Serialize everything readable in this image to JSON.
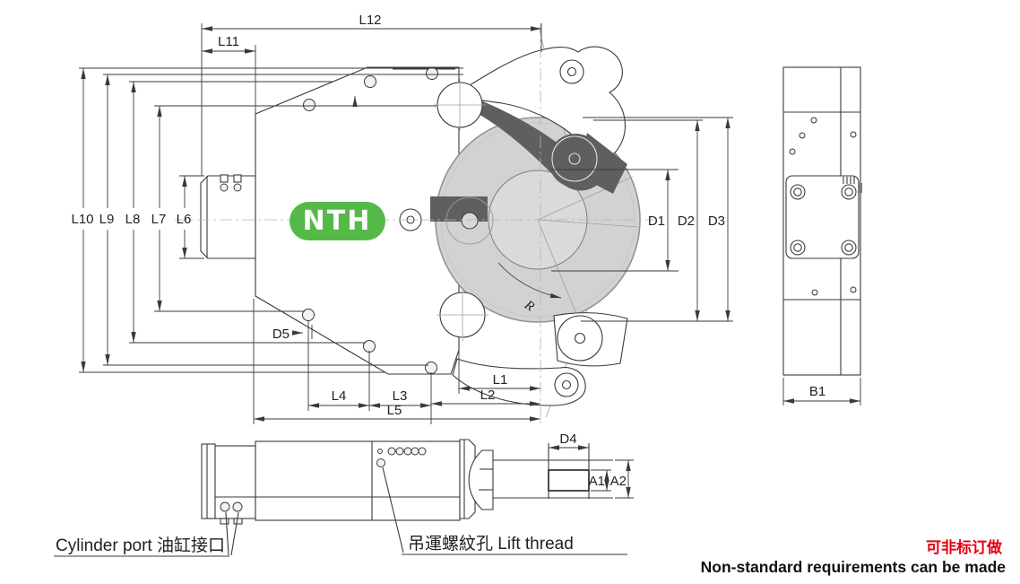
{
  "logo": {
    "text": "NTH",
    "background_color": "#55b948",
    "text_color": "#ffffff"
  },
  "dim_labels": {
    "L1": "L1",
    "L2": "L2",
    "L3": "L3",
    "L4": "L4",
    "L5": "L5",
    "L6": "L6",
    "L7": "L7",
    "L8": "L8",
    "L9": "L9",
    "L10": "L10",
    "L11": "L11",
    "L12": "L12",
    "D1": "D1",
    "D2": "D2",
    "D3": "D3",
    "D4": "D4",
    "D5": "D5",
    "A1": "A1",
    "A2": "A2",
    "B1": "B1",
    "R": "R"
  },
  "annotations": {
    "cylinder_port": "Cylinder port 油缸接口",
    "lift_thread": "吊運螺紋孔 Lift thread",
    "custom_note_cn": "可非标订做",
    "custom_note_en": "Non-standard requirements can be made",
    "custom_note_color": "#e60012"
  },
  "colors": {
    "line": "#3a3a3a",
    "disc_fill": "#d2d2d2",
    "jaw_fill": "#5f5f5f",
    "logo_green": "#55b948",
    "note_red": "#e60012"
  }
}
